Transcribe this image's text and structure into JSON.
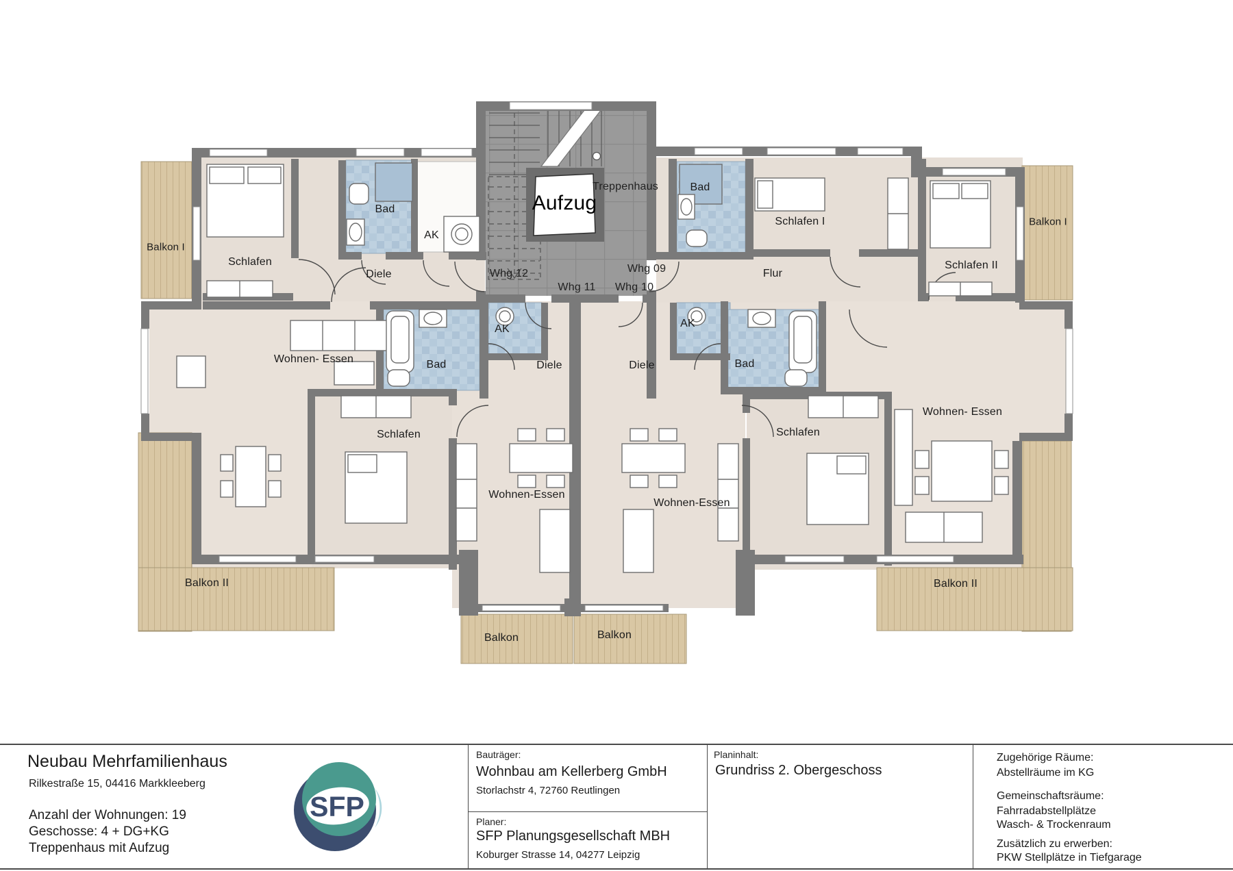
{
  "plan": {
    "aufzug": "Aufzug",
    "treppenhaus": "Treppenhaus",
    "whg09": "Whg 09",
    "whg10": "Whg 10",
    "whg11": "Whg 11",
    "whg12": "Whg 12",
    "bad": "Bad",
    "ak": "AK",
    "diele": "Diele",
    "flur": "Flur",
    "schlafen": "Schlafen",
    "schlafen_i": "Schlafen I",
    "schlafen_ii": "Schlafen II",
    "wohnen_essen": "Wohnen-Essen",
    "wohnen_essen_spaced": "Wohnen- Essen",
    "balkon": "Balkon",
    "balkon_i": "Balkon I",
    "balkon_ii": "Balkon II"
  },
  "titleblock": {
    "project": {
      "title": "Neubau Mehrfamilienhaus",
      "address": "Rilkestraße 15, 04416 Markkleeberg",
      "fact1": "Anzahl der Wohnungen: 19",
      "fact2": "Geschosse: 4 + DG+KG",
      "fact3": "Treppenhaus mit Aufzug"
    },
    "logo_text": "SFP",
    "developer": {
      "label": "Bauträger:",
      "name": "Wohnbau am Kellerberg GmbH",
      "address": "Storlachstr 4, 72760 Reutlingen"
    },
    "planner": {
      "label": "Planer:",
      "name": "SFP Planungsgesellschaft MBH",
      "address": "Koburger Strasse 14, 04277 Leipzig"
    },
    "content": {
      "label": "Planinhalt:",
      "name": "Grundriss 2. Obergeschoss"
    },
    "notes": {
      "r1a": "Zugehörige Räume:",
      "r1b": "Abstellräume im KG",
      "r2a": "Gemeinschaftsräume:",
      "r2b": "Fahrradabstellplätze",
      "r2c": "Wasch- & Trockenraum",
      "r3a": "Zusätzlich zu erwerben:",
      "r3b": "PKW Stellplätze in Tiefgarage"
    }
  },
  "colors": {
    "wall": "#7a7a7a",
    "balcony_wood": "#d9c7a4",
    "bath_tile": "#bccfdf",
    "stair_tile": "#9a9a9a",
    "floor": "#e8e0d8",
    "logo_teal": "#4a9a8e",
    "logo_navy": "#3c4d6f",
    "logo_lightblue": "#aed6de"
  }
}
